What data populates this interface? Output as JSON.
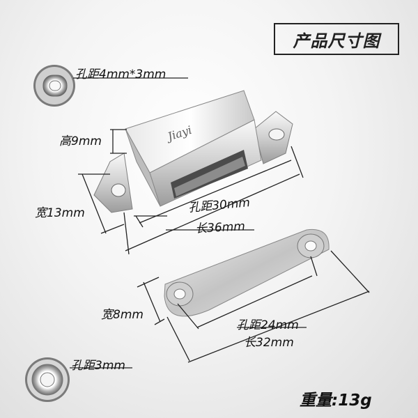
{
  "header": {
    "title": "产品尺寸图"
  },
  "hole_detail_top": {
    "label": "孔距4mm*3mm"
  },
  "catch_dimensions": {
    "height": "高9mm",
    "width": "宽13mm",
    "hole_spacing": "孔距30mm",
    "length": "长36mm"
  },
  "plate_dimensions": {
    "width": "宽8mm",
    "hole_spacing": "孔距24mm",
    "length": "长32mm"
  },
  "hole_detail_bottom": {
    "label": "孔距3mm"
  },
  "footer": {
    "weight": "重量:13g"
  },
  "logo": {
    "text": "Jiayi"
  }
}
